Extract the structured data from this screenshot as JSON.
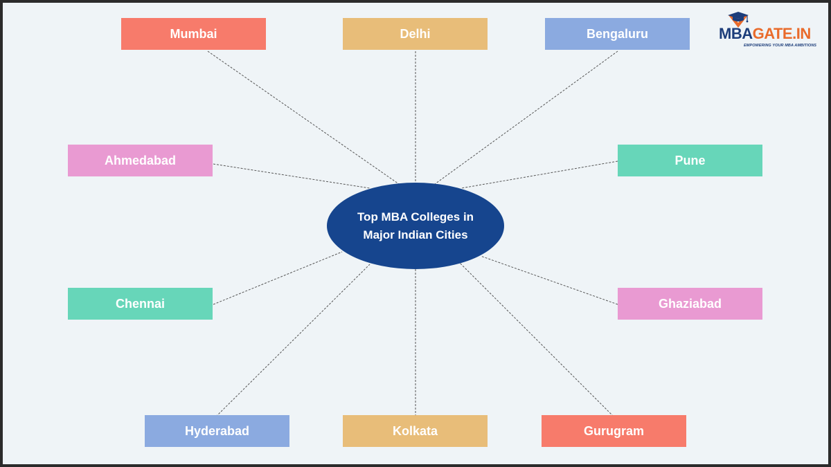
{
  "hub": {
    "line1": "Top MBA Colleges in",
    "line2": "Major Indian Cities",
    "color": "#16458e"
  },
  "cities": [
    {
      "id": "mumbai",
      "label": "Mumbai",
      "color": "#f77b6b"
    },
    {
      "id": "delhi",
      "label": "Delhi",
      "color": "#e8bd79"
    },
    {
      "id": "bengaluru",
      "label": "Bengaluru",
      "color": "#8baae0"
    },
    {
      "id": "ahmedabad",
      "label": "Ahmedabad",
      "color": "#e99ad2"
    },
    {
      "id": "pune",
      "label": "Pune",
      "color": "#67d6b9"
    },
    {
      "id": "chennai",
      "label": "Chennai",
      "color": "#67d6b9"
    },
    {
      "id": "ghaziabad",
      "label": "Ghaziabad",
      "color": "#e99ad2"
    },
    {
      "id": "hyderabad",
      "label": "Hyderabad",
      "color": "#8baae0"
    },
    {
      "id": "kolkata",
      "label": "Kolkata",
      "color": "#e8bd79"
    },
    {
      "id": "gurugram",
      "label": "Gurugram",
      "color": "#f77b6b"
    }
  ],
  "logo": {
    "brand_a": "MBA",
    "brand_b": "GATE.IN",
    "tagline": "EMPOWERING YOUR MBA AMBITIONS",
    "icon": "graduation-cap-icon",
    "brand_color": "#1c3d7a",
    "accent_color": "#e96b2b"
  },
  "colors": {
    "background": "#eff4f7",
    "frame": "#2b2b2b",
    "connector": "#555555"
  }
}
